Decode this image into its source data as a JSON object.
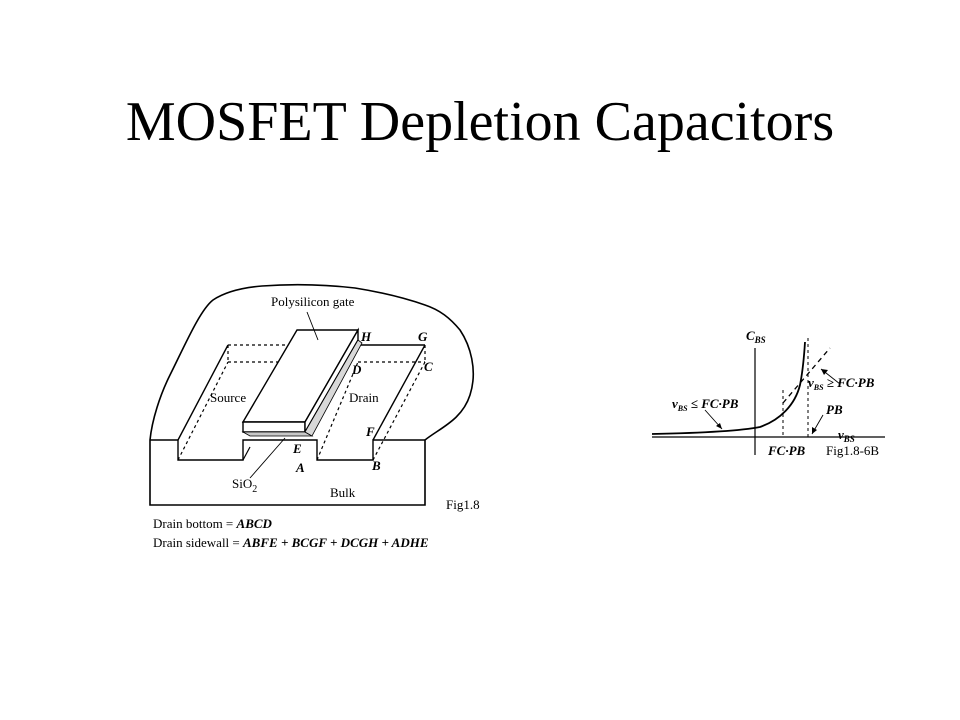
{
  "slide": {
    "title": "MOSFET Depletion Capacitors"
  },
  "structure_figure": {
    "labels": {
      "poly_gate": "Polysilicon gate",
      "source": "Source",
      "drain": "Drain",
      "bulk": "Bulk",
      "sio2": "SiO",
      "sio2_sub": "2",
      "fig_id": "Fig1.8"
    },
    "points": {
      "A": "A",
      "B": "B",
      "C": "C",
      "D": "D",
      "E": "E",
      "F": "F",
      "G": "G",
      "H": "H"
    },
    "caption": {
      "bottom_label": "Drain bottom = ",
      "bottom_value": "ABCD",
      "sidewall_label": "Drain sidewall = ",
      "sidewall_value": "ABFE + BCGF + DCGH + ADHE"
    }
  },
  "cv_figure": {
    "y_axis_label": "C",
    "y_axis_sub": "BS",
    "x_axis_label": "v",
    "x_axis_sub": "BS",
    "left_note_v": "v",
    "left_note_sub": "BS",
    "left_note_rest": " ≤ FC·PB",
    "right_note_v": "v",
    "right_note_sub": "BS",
    "right_note_rest": " ≥ FC·PB",
    "pb_label": "PB",
    "fc_pb_label": "FC·PB",
    "fig_id": "Fig1.8-6B"
  }
}
